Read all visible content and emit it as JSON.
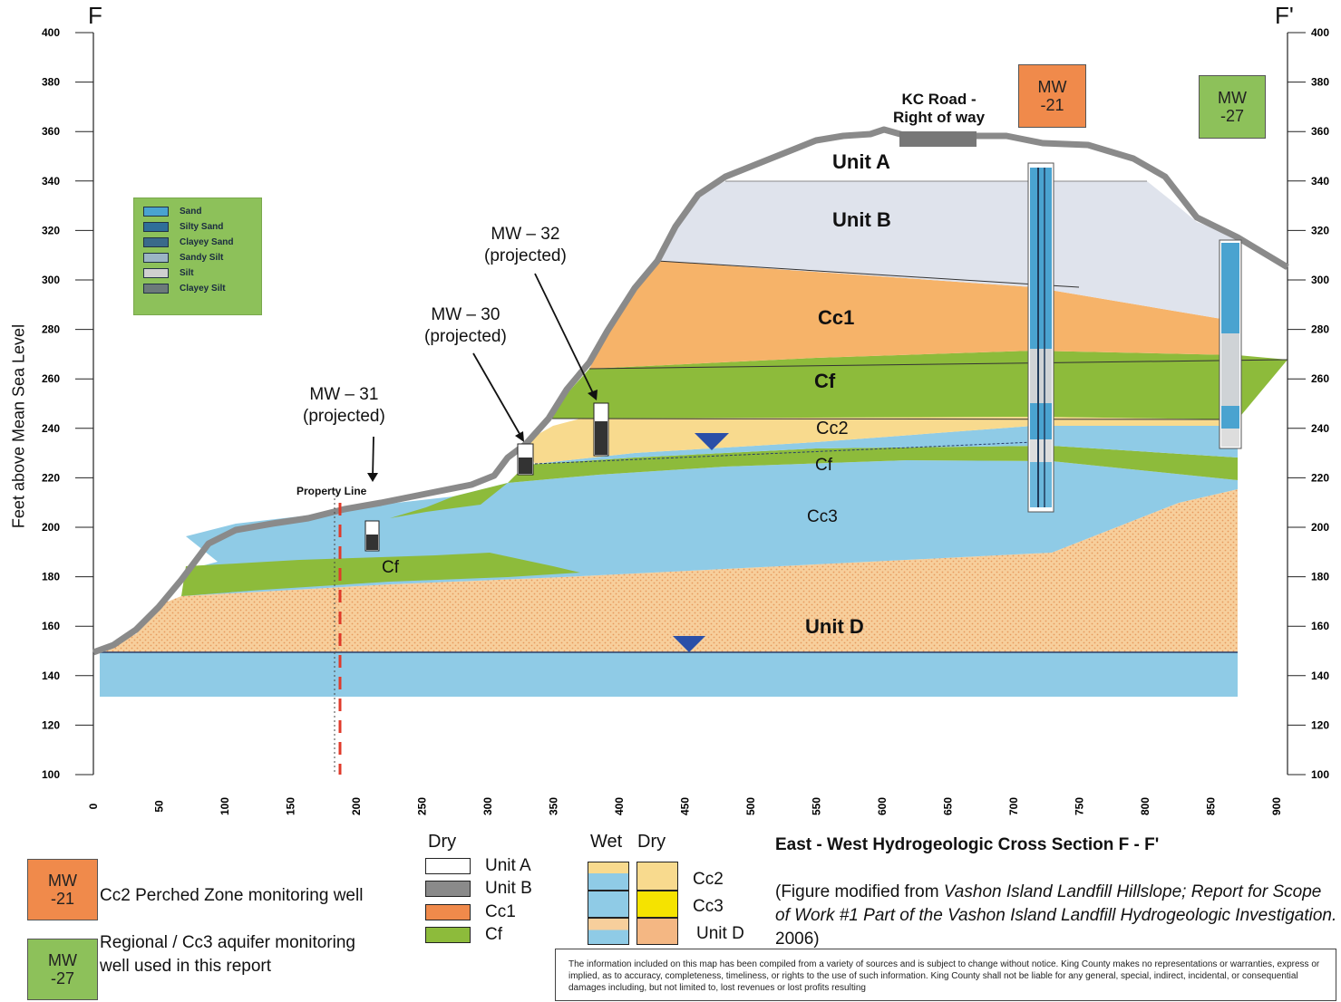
{
  "section_start_label": "F",
  "section_end_label": "F'",
  "y_axis_label": "Feet above Mean Sea Level",
  "y_ticks": [
    "400",
    "380",
    "360",
    "340",
    "320",
    "300",
    "280",
    "260",
    "240",
    "220",
    "200",
    "180",
    "160",
    "140",
    "120",
    "100"
  ],
  "x_ticks": [
    "0",
    "50",
    "100",
    "150",
    "200",
    "250",
    "300",
    "350",
    "400",
    "450",
    "500",
    "550",
    "600",
    "650",
    "700",
    "750",
    "800",
    "850",
    "900"
  ],
  "colors": {
    "unit_a": "#ffffff",
    "unit_b": "#dfe3ec",
    "cc1": "#f6b369",
    "cf": "#8dbb3b",
    "cc2": "#f8da8e",
    "cc3": "#8fcbe6",
    "unit_d": "#f7cf9c",
    "ground_surface": "#8a8a8a",
    "property_line": "#e03a2a",
    "water_table": "#2a4fa8",
    "mw21_fill": "#f08a4b",
    "mw27_fill": "#8dc15a",
    "soil_legend_bg": "#8dc15a"
  },
  "units": {
    "unit_a": "Unit A",
    "unit_b": "Unit B",
    "cc1": "Cc1",
    "cf_upper": "Cf",
    "cc2": "Cc2",
    "cf_middle": "Cf",
    "cc3": "Cc3",
    "cf_lower": "Cf",
    "unit_d": "Unit D"
  },
  "annotations": {
    "kc_road": [
      "KC Road -",
      "Right of way"
    ],
    "property_line": "Property Line",
    "mw31": [
      "MW – 31",
      "(projected)"
    ],
    "mw30": [
      "MW – 30",
      "(projected)"
    ],
    "mw32": [
      "MW – 32",
      "(projected)"
    ]
  },
  "wells": {
    "mw21": [
      "MW",
      "-21"
    ],
    "mw27": [
      "MW",
      "-27"
    ]
  },
  "soil_legend": [
    "Sand",
    "Silty Sand",
    "Clayey Sand",
    "Sandy Silt",
    "Silt",
    "Clayey Silt"
  ],
  "legend": {
    "mw21_desc": "Cc2 Perched Zone monitoring well",
    "mw27_desc": [
      "Regional / Cc3 aquifer monitoring",
      "well used in this report"
    ],
    "dry_header": "Dry",
    "wet_header": "Wet",
    "dry_header2": "Dry",
    "unit_items": [
      "Unit A",
      "Unit B",
      "Cc1",
      "Cf"
    ],
    "aquifer_items": [
      "Cc2",
      "Cc3",
      "Unit D"
    ]
  },
  "title": "East - West Hydrogeologic Cross Section F - F'",
  "caption": {
    "prefix": "(Figure modified from ",
    "italic": "Vashon Island Landfill Hillslope; Report for Scope of Work #1 Part of the Vashon Island Landfill Hydrogeologic Investigation.",
    "suffix": " 2006)"
  },
  "disclaimer": "The information included on this map has been compiled from a variety of sources and is subject to change without notice. King County makes no representations or warranties, express or implied, as to accuracy, completeness, timeliness, or rights to the use of such information. King County shall not be liable for any general, special, indirect, incidental, or consequential damages including, but not limited to, lost revenues or lost profits resulting"
}
